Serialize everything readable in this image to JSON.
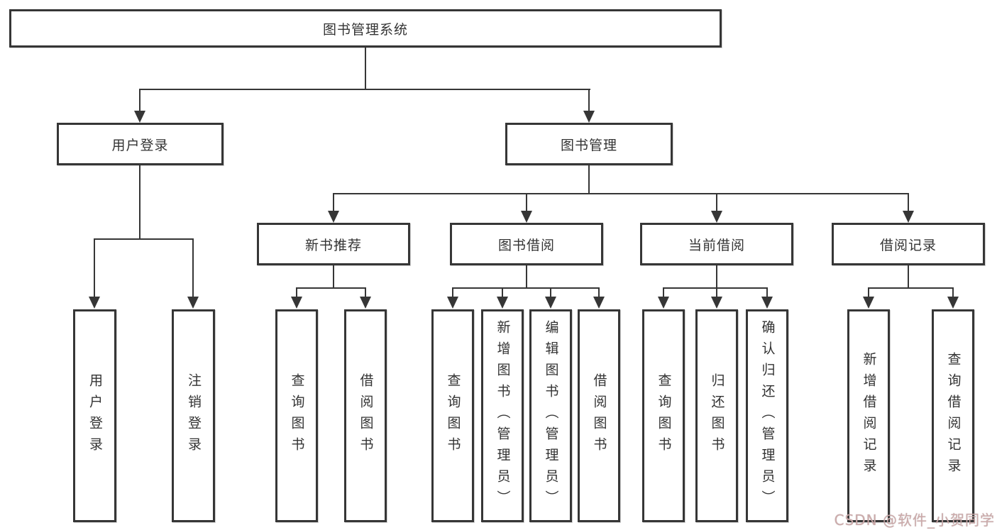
{
  "colors": {
    "line": "#363636",
    "box_border": "#363636",
    "text": "#333333",
    "background": "#ffffff",
    "watermark": "#cdaaaa"
  },
  "watermark": {
    "text": "CSDN @软件_小贺同学"
  },
  "diagram": {
    "type": "tree",
    "tree": {
      "label": "图书管理系统",
      "children": [
        {
          "label": "用户登录",
          "children": [
            {
              "label": "用户登录"
            },
            {
              "label": "注销登录"
            }
          ]
        },
        {
          "label": "图书管理",
          "children": [
            {
              "label": "新书推荐",
              "children": [
                {
                  "label": "查询图书"
                },
                {
                  "label": "借阅图书"
                }
              ]
            },
            {
              "label": "图书借阅",
              "children": [
                {
                  "label": "查询图书"
                },
                {
                  "label": "新增图书（管理员）"
                },
                {
                  "label": "编辑图书（管理员）"
                },
                {
                  "label": "借阅图书"
                }
              ]
            },
            {
              "label": "当前借阅",
              "children": [
                {
                  "label": "查询图书"
                },
                {
                  "label": "归还图书"
                },
                {
                  "label": "确认归还（管理员）"
                }
              ]
            },
            {
              "label": "借阅记录",
              "children": [
                {
                  "label": "新增借阅记录"
                },
                {
                  "label": "查询借阅记录"
                }
              ]
            }
          ]
        }
      ]
    }
  }
}
